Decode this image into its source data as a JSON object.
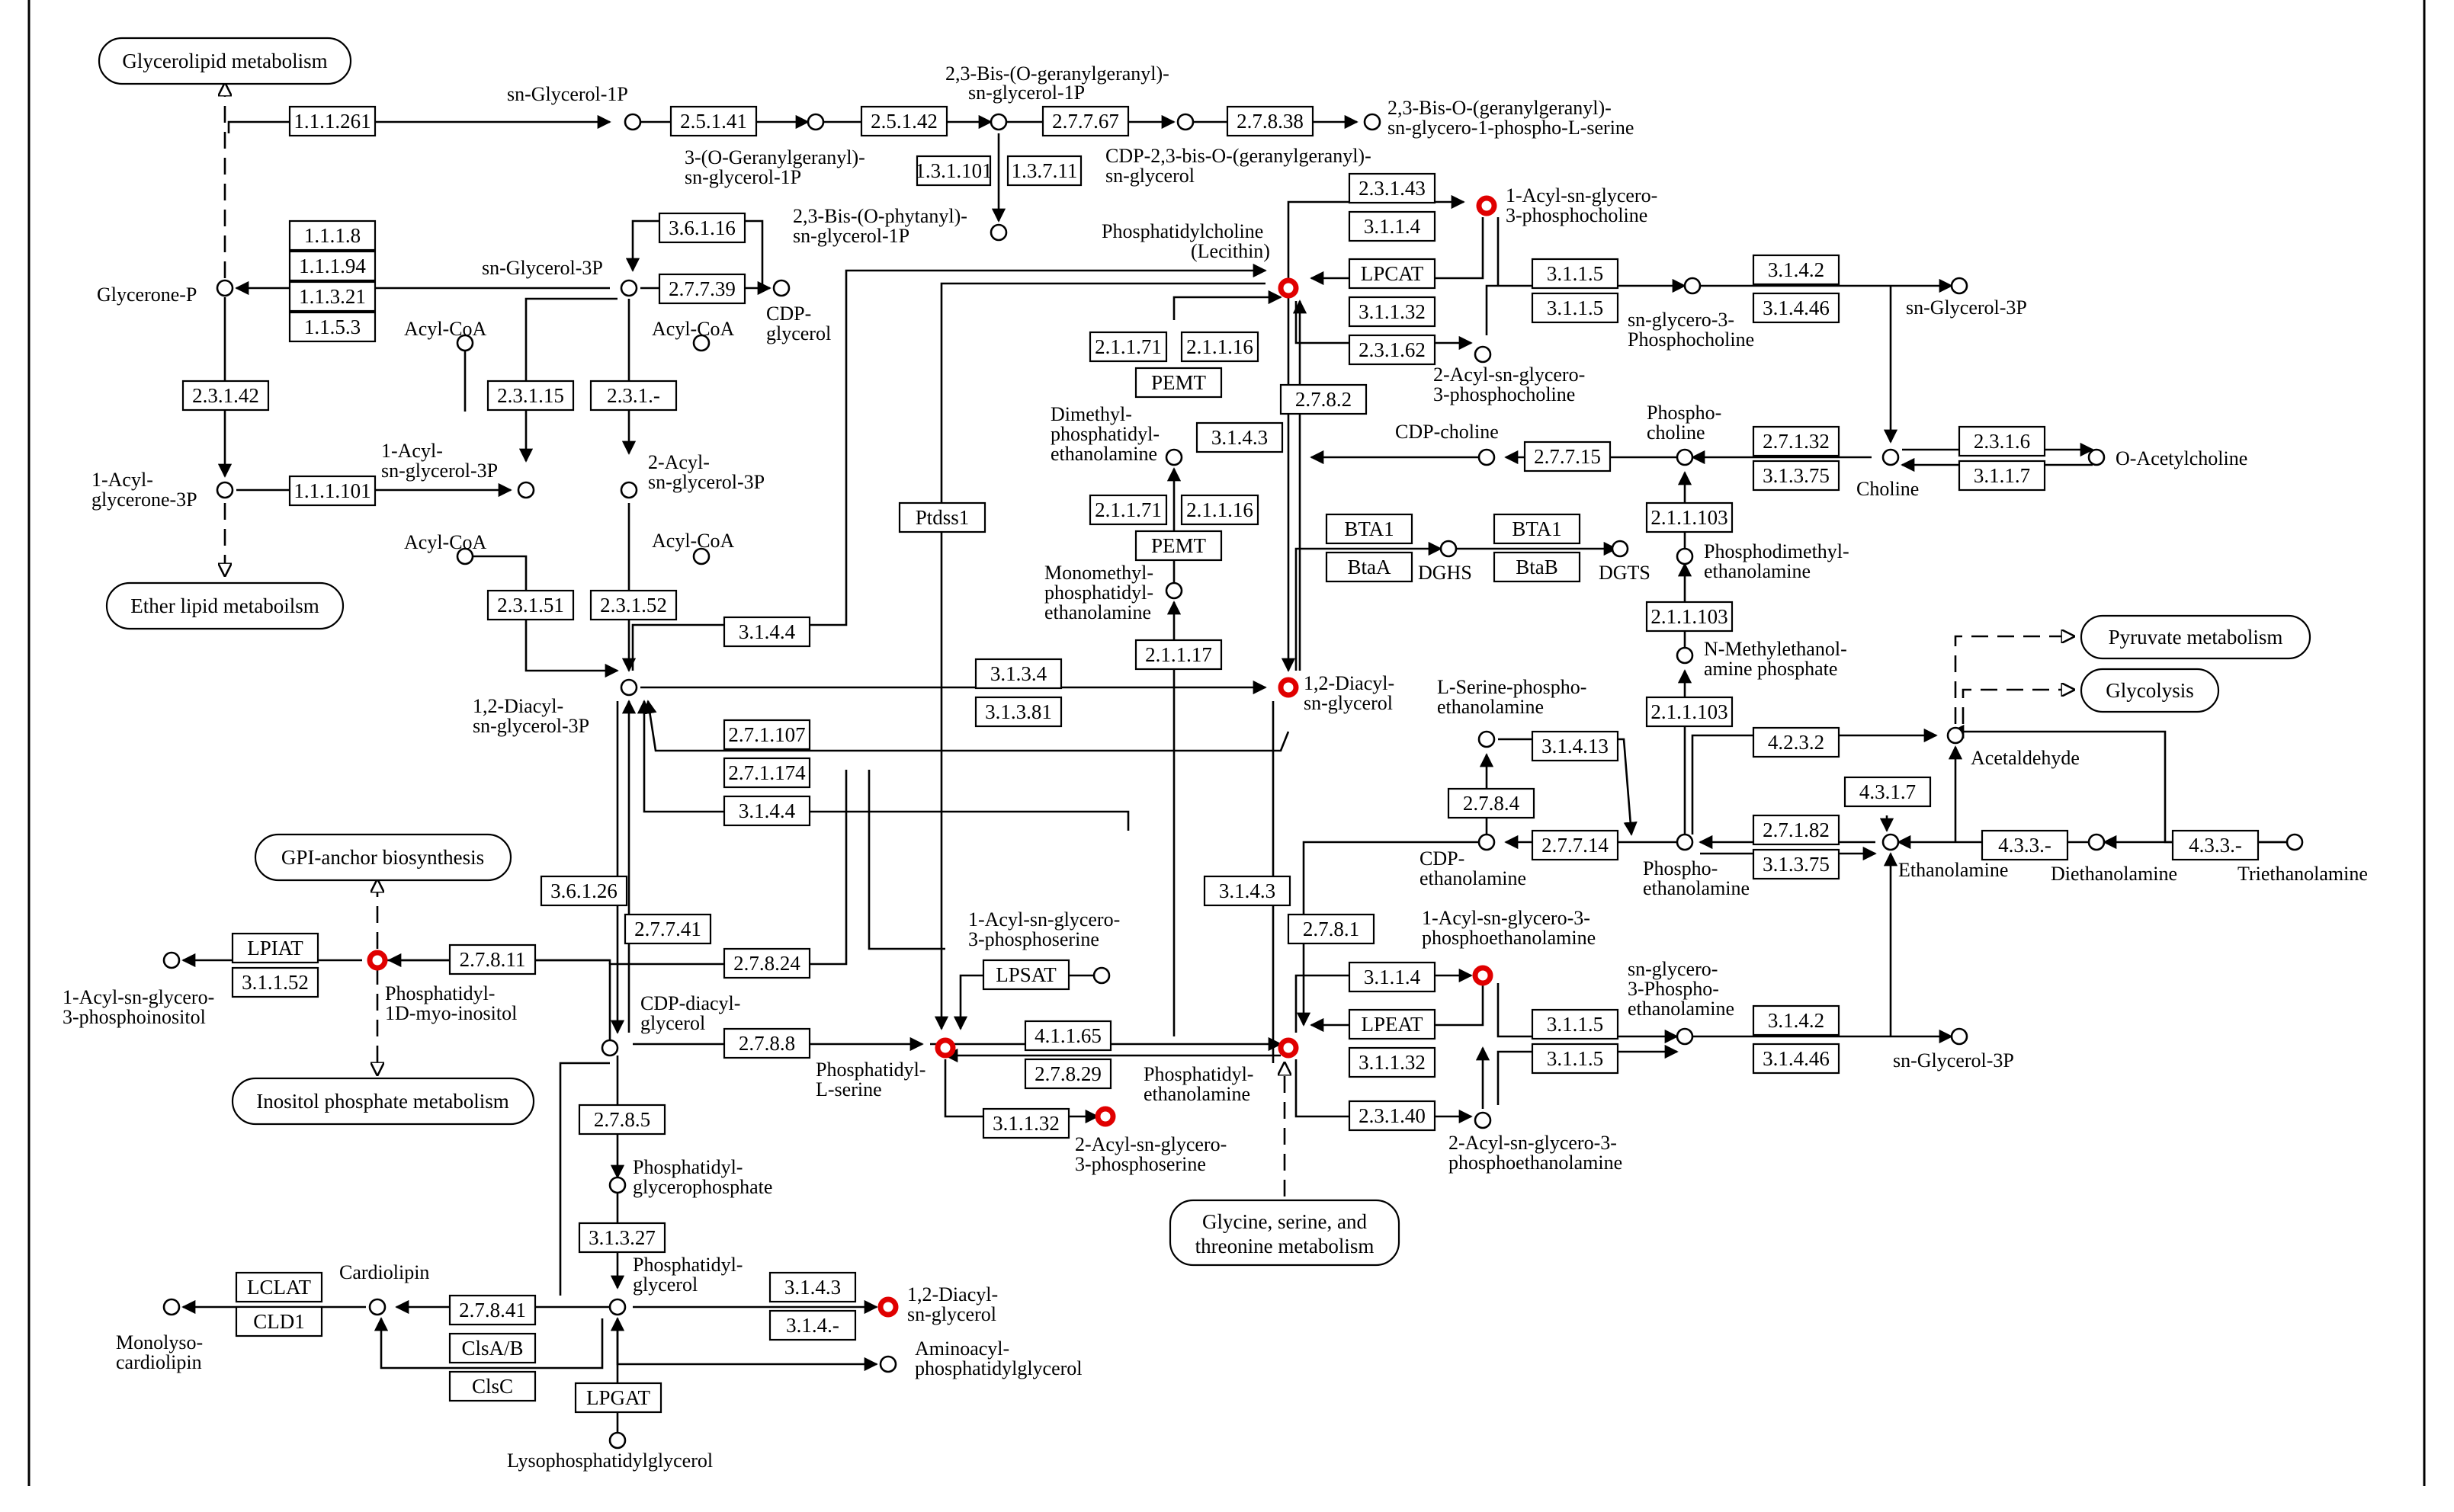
{
  "maps": {
    "glycerolipid": "Glycerolipid metabolism",
    "ether_lipid": "Ether lipid metaboilsm",
    "gpi_anchor": "GPI-anchor biosynthesis",
    "inositol_phosphate": "Inositol phosphate metabolism",
    "pyruvate": "Pyruvate metabolism",
    "glycolysis": "Glycolysis",
    "glycine_serine_l1": "Glycine, serine, and",
    "glycine_serine_l2": "threonine metabolism"
  },
  "enzymes": {
    "e1_1_1_261": "1.1.1.261",
    "e2_5_1_41": "2.5.1.41",
    "e2_5_1_42": "2.5.1.42",
    "e2_7_7_67": "2.7.7.67",
    "e2_7_8_38": "2.7.8.38",
    "e1_3_1_101": "1.3.1.101",
    "e1_3_7_11": "1.3.7.11",
    "e1_1_1_8": "1.1.1.8",
    "e1_1_1_94": "1.1.1.94",
    "e1_1_3_21": "1.1.3.21",
    "e1_1_5_3": "1.1.5.3",
    "e3_6_1_16": "3.6.1.16",
    "e2_7_7_39": "2.7.7.39",
    "e2_3_1_42": "2.3.1.42",
    "e1_1_1_101": "1.1.1.101",
    "e2_3_1_15": "2.3.1.15",
    "e2_3_1_dash": "2.3.1.-",
    "e2_3_1_51": "2.3.1.51",
    "e2_3_1_52": "2.3.1.52",
    "e3_1_4_4_top": "3.1.4.4",
    "e2_3_1_43": "2.3.1.43",
    "e3_1_1_4_top": "3.1.1.4",
    "lpcat": "LPCAT",
    "e3_1_1_32_top": "3.1.1.32",
    "e2_3_1_62": "2.3.1.62",
    "e3_1_1_5_a": "3.1.1.5",
    "e3_1_1_5_b": "3.1.1.5",
    "e3_1_4_2_top": "3.1.4.2",
    "e3_1_4_46_top": "3.1.4.46",
    "e2_1_1_71_a": "2.1.1.71",
    "e2_1_1_16_a": "2.1.1.16",
    "pemt_a": "PEMT",
    "e2_7_8_2": "2.7.8.2",
    "e3_1_4_3_mid": "3.1.4.3",
    "e2_7_7_15": "2.7.7.15",
    "e2_7_1_32": "2.7.1.32",
    "e3_1_3_75_top": "3.1.3.75",
    "e2_3_1_6": "2.3.1.6",
    "e3_1_1_7": "3.1.1.7",
    "e2_1_1_71_b": "2.1.1.71",
    "e2_1_1_16_b": "2.1.1.16",
    "pemt_b": "PEMT",
    "ptdss1": "Ptdss1",
    "bta1_a": "BTA1",
    "btaa": "BtaA",
    "bta1_b": "BTA1",
    "btab": "BtaB",
    "e2_1_1_103_a": "2.1.1.103",
    "e2_1_1_103_b": "2.1.1.103",
    "e2_1_1_103_c": "2.1.1.103",
    "e2_1_1_17": "2.1.1.17",
    "e3_1_3_4": "3.1.3.4",
    "e3_1_3_81": "3.1.3.81",
    "e2_7_1_107": "2.7.1.107",
    "e2_7_1_174": "2.7.1.174",
    "e3_1_4_4_bot": "3.1.4.4",
    "e3_1_4_13": "3.1.4.13",
    "e2_7_8_4": "2.7.8.4",
    "e2_7_7_14": "2.7.7.14",
    "e4_2_3_2": "4.2.3.2",
    "e4_3_1_7": "4.3.1.7",
    "e2_7_1_82": "2.7.1.82",
    "e3_1_3_75_bot": "3.1.3.75",
    "e4_3_3_a": "4.3.3.-",
    "e4_3_3_b": "4.3.3.-",
    "e3_6_1_26": "3.6.1.26",
    "e2_7_7_41": "2.7.7.41",
    "e2_7_8_24": "2.7.8.24",
    "e3_1_4_3_low": "3.1.4.3",
    "e2_7_8_1": "2.7.8.1",
    "lpiat": "LPIAT",
    "e3_1_1_52": "3.1.1.52",
    "e2_7_8_11": "2.7.8.11",
    "lpsat": "LPSAT",
    "e4_1_1_65": "4.1.1.65",
    "e2_7_8_29": "2.7.8.29",
    "e2_7_8_8": "2.7.8.8",
    "e3_1_1_32_ps": "3.1.1.32",
    "e3_1_1_4_bot": "3.1.1.4",
    "lpeat": "LPEAT",
    "e3_1_1_32_bot": "3.1.1.32",
    "e2_3_1_40": "2.3.1.40",
    "e3_1_1_5_c": "3.1.1.5",
    "e3_1_1_5_d": "3.1.1.5",
    "e3_1_4_2_bot": "3.1.4.2",
    "e3_1_4_46_bot": "3.1.4.46",
    "e2_7_8_5": "2.7.8.5",
    "e3_1_3_27": "3.1.3.27",
    "e3_1_4_3_pg": "3.1.4.3",
    "e3_1_4_dash": "3.1.4.-",
    "lclat": "LCLAT",
    "cld1": "CLD1",
    "e2_7_8_41": "2.7.8.41",
    "clsab": "ClsA/B",
    "clsc": "ClsC",
    "lpgat": "LPGAT"
  },
  "labels": {
    "sn_glycerol_1p": "sn-Glycerol-1P",
    "bis_ggg_1p_l1": "2,3-Bis-(O-geranylgeranyl)-",
    "bis_ggg_1p_l2": "sn-glycerol-1P",
    "bis_ggg_ps_l1": "2,3-Bis-O-(geranylgeranyl)-",
    "bis_ggg_ps_l2": "sn-glycero-1-phospho-L-serine",
    "o_ggg_l1": "3-(O-Geranylgeranyl)-",
    "o_ggg_l2": "sn-glycerol-1P",
    "cdp_bis_l1": "CDP-2,3-bis-O-(geranylgeranyl)-",
    "cdp_bis_l2": "sn-glycerol",
    "phytanyl_l1": "2,3-Bis-(O-phytanyl)-",
    "phytanyl_l2": "sn-glycerol-1P",
    "glycerone_p": "Glycerone-P",
    "sn_glycerol_3p_left": "sn-Glycerol-3P",
    "cdp_glycerol_l1": "CDP-",
    "cdp_glycerol_l2": "glycerol",
    "acyl_coa_1": "Acyl-CoA",
    "acyl_coa_2": "Acyl-CoA",
    "acyl_coa_3": "Acyl-CoA",
    "acyl_coa_4": "Acyl-CoA",
    "acyl_glycerone_l1": "1-Acyl-",
    "acyl_glycerone_l2": "glycerone-3P",
    "acyl_g3p_1_l1": "1-Acyl-",
    "acyl_g3p_1_l2": "sn-glycerol-3P",
    "acyl_g3p_2_l1": "2-Acyl-",
    "acyl_g3p_2_l2": "sn-glycerol-3P",
    "diacyl_g3p_l1": "1,2-Diacyl-",
    "diacyl_g3p_l2": "sn-glycerol-3P",
    "pc_l1": "Phosphatidylcholine",
    "pc_l2": "(Lecithin)",
    "acyl_gpc_l1": "1-Acyl-sn-glycero-",
    "acyl_gpc_l2": "3-phosphocholine",
    "acyl2_gpc_l1": "2-Acyl-sn-glycero-",
    "acyl2_gpc_l2": "3-phosphocholine",
    "gpc_l1": "sn-glycero-3-",
    "gpc_l2": "Phosphocholine",
    "sn_glycerol_3p_right1": "sn-Glycerol-3P",
    "dimethyl_l1": "Dimethyl-",
    "dimethyl_l2": "phosphatidyl-",
    "dimethyl_l3": "ethanolamine",
    "monomethyl_l1": "Monomethyl-",
    "monomethyl_l2": "phosphatidyl-",
    "monomethyl_l3": "ethanolamine",
    "cdp_choline": "CDP-choline",
    "phosphocholine_l1": "Phospho-",
    "phosphocholine_l2": "choline",
    "choline": "Choline",
    "o_acetylcholine": "O-Acetylcholine",
    "dghs": "DGHS",
    "dgts": "DGTS",
    "phosphodimethyl_l1": "Phosphodimethyl-",
    "phosphodimethyl_l2": "ethanolamine",
    "n_methyl_l1": "N-Methylethanol-",
    "n_methyl_l2": "amine phosphate",
    "diacyl_glycerol_mid_l1": "1,2-Diacyl-",
    "diacyl_glycerol_mid_l2": "sn-glycerol",
    "l_serine_pe_l1": "L-Serine-phospho-",
    "l_serine_pe_l2": "ethanolamine",
    "acetaldehyde": "Acetaldehyde",
    "cdp_ethanolamine_l1": "CDP-",
    "cdp_ethanolamine_l2": "ethanolamine",
    "phosphoethanolamine_l1": "Phospho-",
    "phosphoethanolamine_l2": "ethanolamine",
    "ethanolamine": "Ethanolamine",
    "diethanolamine": "Diethanolamine",
    "triethanolamine": "Triethanolamine",
    "acyl_gps_l1": "1-Acyl-sn-glycero-",
    "acyl_gps_l2": "3-phosphoserine",
    "acyl_gpe_l1": "1-Acyl-sn-glycero-3-",
    "acyl_gpe_l2": "phosphoethanolamine",
    "gpe_l1": "sn-glycero-",
    "gpe_l2": "3-Phospho-",
    "gpe_l3": "ethanolamine",
    "sn_glycerol_3p_right2": "sn-Glycerol-3P",
    "pi_l1": "Phosphatidyl-",
    "pi_l2": "1D-myo-inositol",
    "acyl_gpi_l1": "1-Acyl-sn-glycero-",
    "acyl_gpi_l2": "3-phosphoinositol",
    "cdp_diacyl_l1": "CDP-diacyl-",
    "cdp_diacyl_l2": "glycerol",
    "ps_l1": "Phosphatidyl-",
    "ps_l2": "L-serine",
    "pe_l1": "Phosphatidyl-",
    "pe_l2": "ethanolamine",
    "acyl2_gps_l1": "2-Acyl-sn-glycero-",
    "acyl2_gps_l2": "3-phosphoserine",
    "acyl2_gpe_l1": "2-Acyl-sn-glycero-3-",
    "acyl2_gpe_l2": "phosphoethanolamine",
    "pgp_l1": "Phosphatidyl-",
    "pgp_l2": "glycerophosphate",
    "pg_l1": "Phosphatidyl-",
    "pg_l2": "glycerol",
    "diacyl_glycerol_low_l1": "1,2-Diacyl-",
    "diacyl_glycerol_low_l2": "sn-glycerol",
    "aminoacyl_l1": "Aminoacyl-",
    "aminoacyl_l2": "phosphatidylglycerol",
    "cardiolipin": "Cardiolipin",
    "monolyso_l1": "Monolyso-",
    "monolyso_l2": "cardiolipin",
    "lysopg": "Lysophosphatidylglycerol"
  },
  "colors": {
    "highlight_node": "#e00000",
    "line": "#000000",
    "background": "#ffffff"
  }
}
